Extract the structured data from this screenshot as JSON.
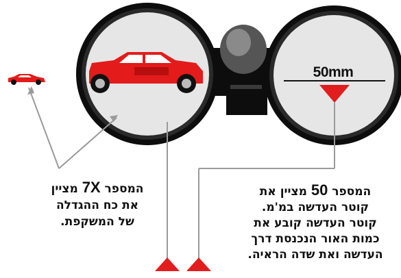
{
  "measurement_label": "50mm",
  "magnification_caption": {
    "line1_suffix": "מציין",
    "line1_number": "7X",
    "line1_prefix": "המספר",
    "line2": "את כח ההגדלה",
    "line3": "של המשקפת."
  },
  "lens_caption": {
    "line1_prefix": "המספר",
    "line1_number": "50",
    "line1_suffix": "מציין את",
    "line2": "קוטר העדשה במ'מ.",
    "line3": "קוטר העדשה קובע את",
    "line4": "כמות האור הנכנסת דרך",
    "line5": "העדשה ואת שדה הראיה."
  },
  "colors": {
    "car_red": "#e31b1b",
    "marker_red": "#e11d1d",
    "frame_black": "#0d0d0d",
    "lens_gray": "#e6e6e6",
    "pointer_gray": "#9a9a9a"
  }
}
